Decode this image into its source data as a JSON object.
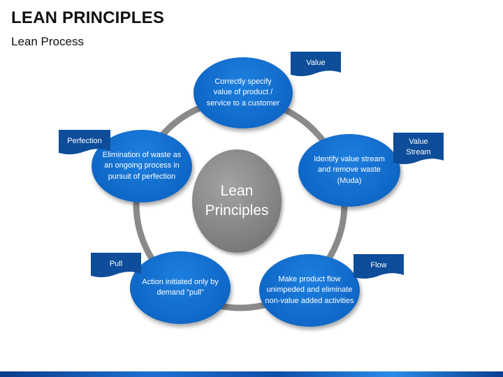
{
  "title": "LEAN PRINCIPLES",
  "subtitle": "Lean Process",
  "center": {
    "label": "Lean\nPrinciples"
  },
  "nodes": [
    {
      "text": "Correctly specify\nvalue of product /\nservice to a customer",
      "tag": "Value"
    },
    {
      "text": "Identify value stream\nand remove waste\n(Muda)",
      "tag": "Value\nStream"
    },
    {
      "text": "Make product flow\nunimpeded and eliminate\nnon-value added activities",
      "tag": "Flow"
    },
    {
      "text": "Action initiated only by\ndemand “pull”",
      "tag": "Pull"
    },
    {
      "text": "Elimination of waste as\nan ongoing process in\npursuit of perfection",
      "tag": "Perfection"
    }
  ],
  "colors": {
    "node_blue": "#0d64c3",
    "flag_blue": "#0e4d9a",
    "ring_gray": "#8a8a8a",
    "center_gray": "#8c8c8c"
  }
}
